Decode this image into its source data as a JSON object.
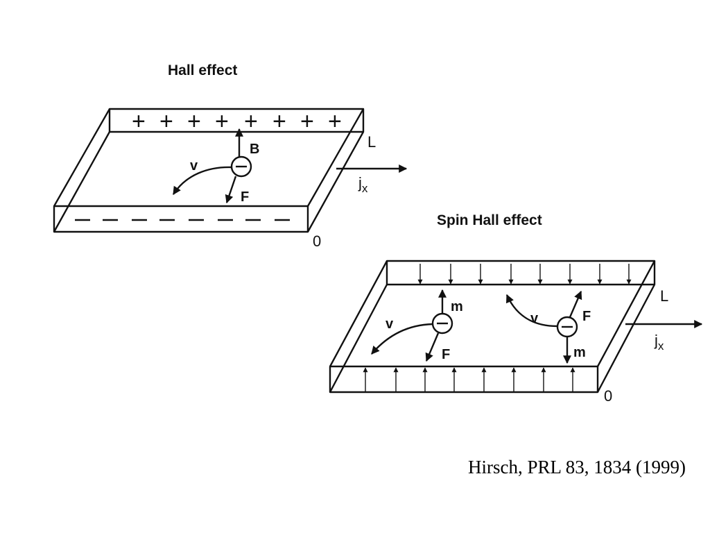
{
  "hall": {
    "title": "Hall effect",
    "charge_top": "+",
    "charge_bottom": "—",
    "label_b": "B",
    "label_v": "v",
    "label_f": "F",
    "label_l": "L",
    "label_zero": "0",
    "label_j": "j",
    "label_j_sub": "x"
  },
  "spin_hall": {
    "title": "Spin Hall effect",
    "label_m_left": "m",
    "label_v_left": "v",
    "label_f_left": "F",
    "label_v_right": "v",
    "label_f_right": "F",
    "label_m_right": "m",
    "label_l": "L",
    "label_zero": "0",
    "label_j": "j",
    "label_j_sub": "x"
  },
  "citation": "Hirsch, PRL 83, 1834 (1999)"
}
